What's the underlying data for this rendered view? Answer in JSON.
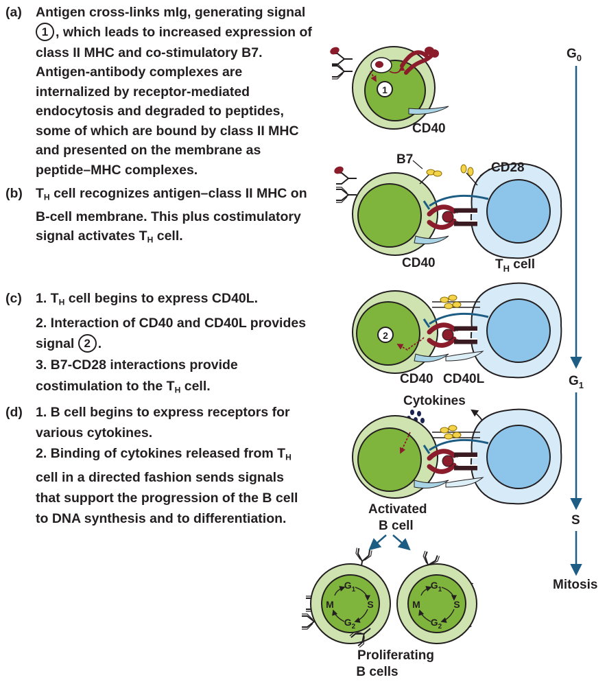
{
  "steps": [
    {
      "letter": "(a)",
      "lines": [
        "Antigen cross-links mIg, generating signal",
        [
          ", which leads to increased expression of"
        ],
        "class II MHC and co-stimulatory B7.",
        "Antigen-antibody complexes are",
        "internalized by receptor-mediated",
        "endocytosis and degraded to peptides,",
        "some of which are bound by class II MHC",
        "and presented on the membrane as",
        "peptide–MHC complexes."
      ],
      "signal": "1"
    },
    {
      "letter": "(b)",
      "line1_pre": "T",
      "line1_sub": "H",
      "line1_post": " cell recognizes antigen–class II MHC on",
      "line2": "B-cell membrane. This plus costimulatory",
      "line3_pre": "signal activates T",
      "line3_sub": "H",
      "line3_post": " cell."
    },
    {
      "letter": "(c)",
      "l1_pre": "1. T",
      "l1_sub": "H",
      "l1_post": " cell begins to express CD40L.",
      "l2": "2. Interaction of CD40 and CD40L provides",
      "l3_pre": "signal ",
      "l3_num": "2",
      "l3_post": ".",
      "l4": "3. B7-CD28 interactions provide",
      "l5_pre": "costimulation to the T",
      "l5_sub": "H",
      "l5_post": " cell."
    },
    {
      "letter": "(d)",
      "l1": "1. B cell begins to express receptors for",
      "l2": "various cytokines.",
      "l3_pre": "2. Binding of cytokines released from T",
      "l3_sub": "H",
      "l4": "cell in a directed fashion sends signals",
      "l5": "that support the progression of the B cell",
      "l6": "to DNA synthesis and to differentiation."
    }
  ],
  "diagram_labels": {
    "a_signal": "1",
    "cd40_a": "CD40",
    "b7": "B7",
    "cd28": "CD28",
    "cd40_b": "CD40",
    "th_cell_pre": "T",
    "th_cell_sub": "H",
    "th_cell_post": " cell",
    "c_signal": "2",
    "cd40_c": "CD40",
    "cd40l": "CD40L",
    "cytokines": "Cytokines",
    "activated_1": "Activated",
    "activated_2": "B cell",
    "proliferating_1": "Proliferating",
    "proliferating_2": "B cells",
    "cycle_g1": "G",
    "cycle_g1_sub": "1",
    "cycle_s": "S",
    "cycle_g2": "G",
    "cycle_g2_sub": "2",
    "cycle_m": "M"
  },
  "timeline": {
    "g0": "G",
    "g0_sub": "0",
    "g1": "G",
    "g1_sub": "1",
    "s": "S",
    "mitosis": "Mitosis"
  },
  "colors": {
    "b_cell_outer": "#cfe3b0",
    "b_cell_nucleus": "#7fb53c",
    "th_cell_outer": "#d6eaf8",
    "th_cell_nucleus": "#8dc4ea",
    "arrow_blue": "#1d5d84",
    "receptor_red": "#8a1c2b",
    "b7_yellow": "#f2d34a",
    "cd40_blue": "#a9d4e6"
  }
}
